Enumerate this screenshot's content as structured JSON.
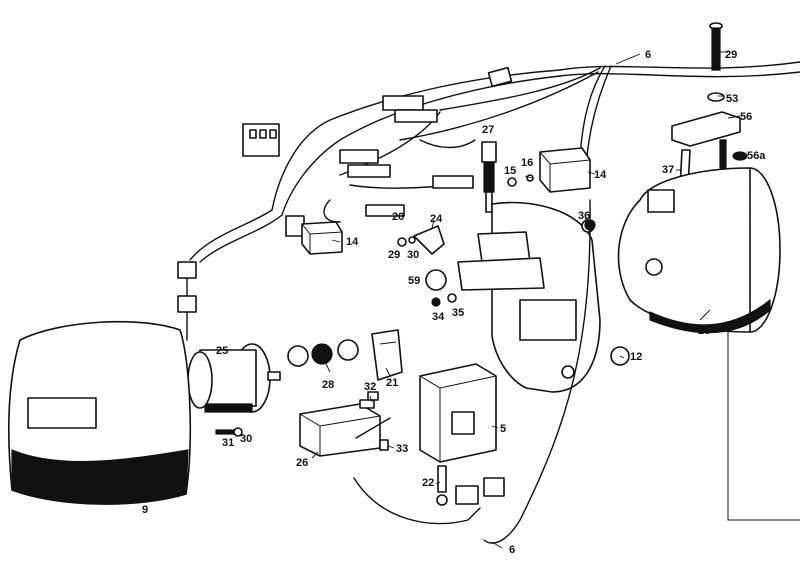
{
  "callouts": [
    {
      "id": "c6-top",
      "text": "6"
    },
    {
      "id": "c6-bottom",
      "text": "6"
    },
    {
      "id": "c29-top",
      "text": "29"
    },
    {
      "id": "c53",
      "text": "53"
    },
    {
      "id": "c56",
      "text": "56"
    },
    {
      "id": "c56a",
      "text": "56a"
    },
    {
      "id": "c37",
      "text": "37"
    },
    {
      "id": "c27",
      "text": "27"
    },
    {
      "id": "c15",
      "text": "15"
    },
    {
      "id": "c16",
      "text": "16"
    },
    {
      "id": "c14-right",
      "text": "14"
    },
    {
      "id": "c14-left",
      "text": "14"
    },
    {
      "id": "c20",
      "text": "20"
    },
    {
      "id": "c24",
      "text": "24"
    },
    {
      "id": "c29-mid",
      "text": "29"
    },
    {
      "id": "c30-mid",
      "text": "30"
    },
    {
      "id": "c36",
      "text": "36"
    },
    {
      "id": "c59",
      "text": "59"
    },
    {
      "id": "c34",
      "text": "34"
    },
    {
      "id": "c35",
      "text": "35"
    },
    {
      "id": "c23",
      "text": "23"
    },
    {
      "id": "c12",
      "text": "12"
    },
    {
      "id": "c25",
      "text": "25"
    },
    {
      "id": "c28",
      "text": "28"
    },
    {
      "id": "c21",
      "text": "21"
    },
    {
      "id": "c32",
      "text": "32"
    },
    {
      "id": "c5",
      "text": "5"
    },
    {
      "id": "c31",
      "text": "31"
    },
    {
      "id": "c30-bottom",
      "text": "30"
    },
    {
      "id": "c26",
      "text": "26"
    },
    {
      "id": "c33",
      "text": "33"
    },
    {
      "id": "c22",
      "text": "22"
    },
    {
      "id": "c9",
      "text": "9"
    }
  ]
}
